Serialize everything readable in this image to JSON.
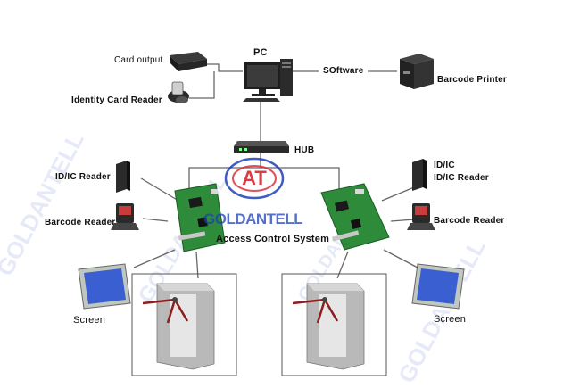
{
  "labels": {
    "pc": "PC",
    "card_output": "Card output",
    "identity_card_reader": "Identity Card Reader",
    "software": "SOftware",
    "barcode_printer": "Barcode Printer",
    "hub": "HUB",
    "left_id_ic_reader": "ID/IC Reader",
    "left_barcode_reader": "Barcode Reader",
    "left_screen": "Screen",
    "right_id_ic_line1": "ID/IC",
    "right_id_ic_line2": "ID/IC Reader",
    "right_barcode_reader": "Barcode Reader",
    "right_screen": "Screen",
    "access_control_system": "Access Control System"
  },
  "watermark": {
    "logo_letters": "AT",
    "brand": "GOLDANTELL"
  },
  "colors": {
    "line": "#555555",
    "board_green": "#2e8b3a",
    "logo_red": "#d8262e",
    "logo_blue": "#1d3fb8",
    "screen_blue": "#3a5fd0"
  },
  "icons": [
    "card-output-device-icon",
    "identity-card-reader-icon",
    "pc-icon",
    "barcode-printer-icon",
    "hub-icon",
    "id-ic-reader-icon",
    "barcode-reader-icon",
    "controller-board-icon",
    "screen-icon",
    "turnstile-icon"
  ]
}
